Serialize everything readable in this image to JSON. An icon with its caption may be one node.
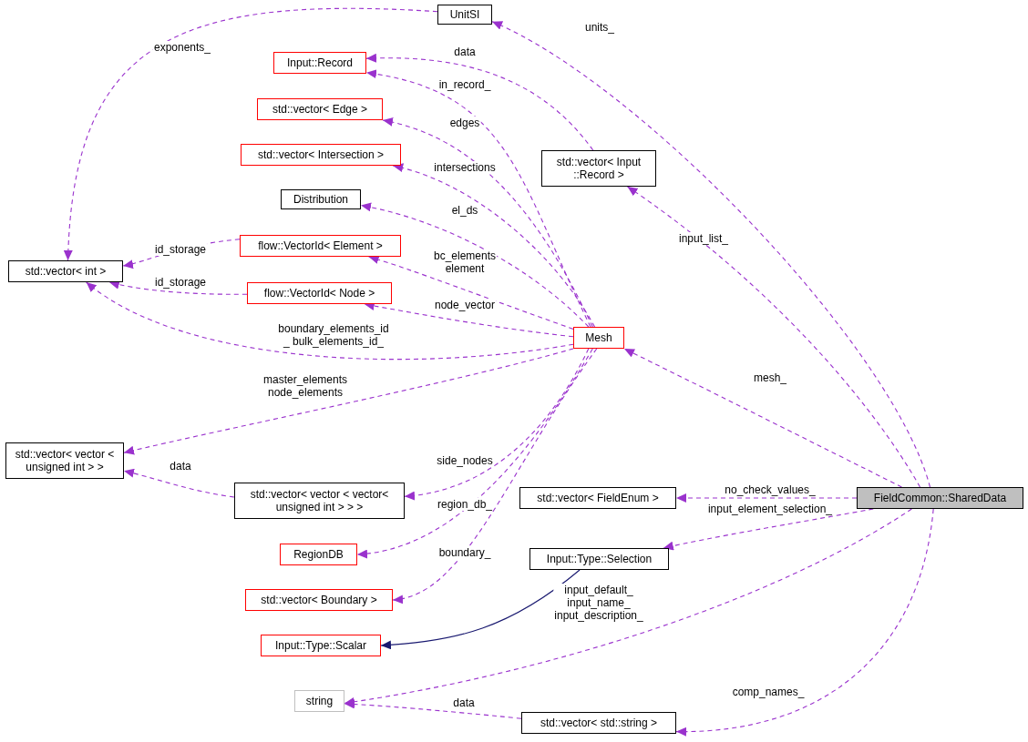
{
  "diagram": {
    "nodes": [
      {
        "text": [
          "UnitSI"
        ]
      },
      {
        "text": [
          "Input::Record"
        ]
      },
      {
        "text": [
          "std::vector< Edge >"
        ]
      },
      {
        "text": [
          "std::vector< Intersection >"
        ]
      },
      {
        "text": [
          "Distribution"
        ]
      },
      {
        "text": [
          "flow::VectorId< Element >"
        ]
      },
      {
        "text": [
          "std::vector< int >"
        ]
      },
      {
        "text": [
          "flow::VectorId< Node >"
        ]
      },
      {
        "text": [
          "std::vector< Input ::Record >"
        ]
      },
      {
        "text": [
          "Mesh"
        ]
      },
      {
        "text": [
          "std::vector< vector < unsigned int > >"
        ]
      },
      {
        "text": [
          "std::vector< vector < vector< unsigned int > > >"
        ]
      },
      {
        "text": [
          "FieldCommon::SharedData"
        ]
      },
      {
        "text": [
          "std::vector< FieldEnum >"
        ]
      },
      {
        "text": [
          "RegionDB"
        ]
      },
      {
        "text": [
          "Input::Type::Selection"
        ]
      },
      {
        "text": [
          "std::vector< Boundary >"
        ]
      },
      {
        "text": [
          "Input::Type::Scalar"
        ]
      },
      {
        "text": [
          "string"
        ]
      },
      {
        "text": [
          "std::vector< std::string >"
        ]
      }
    ],
    "edges": [
      {
        "from": 12,
        "to": 0,
        "arrow": "to",
        "label": "units_",
        "style": "dashed"
      },
      {
        "from": 0,
        "to": 6,
        "arrow": "to",
        "label": "exponents_",
        "style": "dashed"
      },
      {
        "from": 8,
        "to": 1,
        "arrow": "to",
        "label": "data",
        "style": "dashed"
      },
      {
        "from": 9,
        "to": 1,
        "arrow": "to",
        "label": "in_record_",
        "style": "dashed"
      },
      {
        "from": 9,
        "to": 2,
        "arrow": "to",
        "label": "edges",
        "style": "dashed"
      },
      {
        "from": 9,
        "to": 3,
        "arrow": "to",
        "label": "intersections",
        "style": "dashed"
      },
      {
        "from": 9,
        "to": 4,
        "arrow": "to",
        "label": "el_ds",
        "style": "dashed"
      },
      {
        "from": 9,
        "to": 5,
        "arrow": "to",
        "label": "bc_elements element",
        "style": "dashed"
      },
      {
        "from": 5,
        "to": 6,
        "arrow": "to",
        "label": "id_storage",
        "style": "dashed"
      },
      {
        "from": 7,
        "to": 6,
        "arrow": "to",
        "label": "id_storage",
        "style": "dashed"
      },
      {
        "from": 9,
        "to": 7,
        "arrow": "to",
        "label": "node_vector",
        "style": "dashed"
      },
      {
        "from": 9,
        "to": 6,
        "arrow": "to",
        "label": "boundary_elements_id _ bulk_elements_id_",
        "style": "dashed"
      },
      {
        "from": 9,
        "to": 10,
        "arrow": "to",
        "label": "master_elements node_elements",
        "style": "dashed"
      },
      {
        "from": 11,
        "to": 10,
        "arrow": "to",
        "label": "data",
        "style": "dashed"
      },
      {
        "from": 9,
        "to": 11,
        "arrow": "to",
        "label": "side_nodes",
        "style": "dashed"
      },
      {
        "from": 9,
        "to": 14,
        "arrow": "to",
        "label": "region_db_",
        "style": "dashed"
      },
      {
        "from": 9,
        "to": 16,
        "arrow": "to",
        "label": "boundary_",
        "style": "dashed"
      },
      {
        "from": 12,
        "to": 8,
        "arrow": "to",
        "label": "input_list_",
        "style": "dashed"
      },
      {
        "from": 12,
        "to": 9,
        "arrow": "to",
        "label": "mesh_",
        "style": "dashed"
      },
      {
        "from": 12,
        "to": 13,
        "arrow": "to",
        "label": "no_check_values_",
        "style": "dashed"
      },
      {
        "from": 12,
        "to": 15,
        "arrow": "to",
        "label": "input_element_selection_",
        "style": "dashed"
      },
      {
        "from": 15,
        "to": 17,
        "arrow": "to",
        "color": "#191970"
      },
      {
        "from": 12,
        "to": 18,
        "arrow": "to",
        "label": "input_default_ input_name_ input_description_",
        "style": "dashed"
      },
      {
        "from": 19,
        "to": 18,
        "arrow": "to",
        "label": "data",
        "style": "dashed"
      },
      {
        "from": 12,
        "to": 19,
        "arrow": "to",
        "label": "comp_names_",
        "style": "dashed"
      }
    ]
  }
}
